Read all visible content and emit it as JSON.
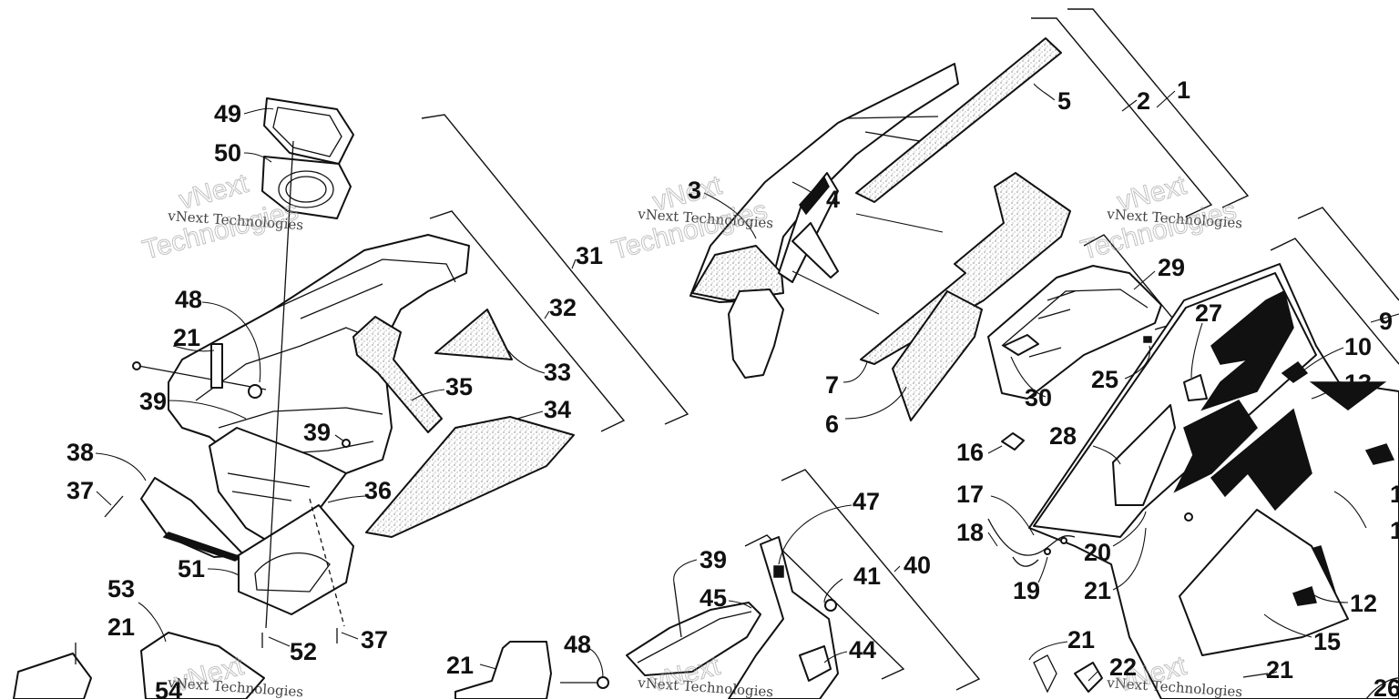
{
  "diagram": {
    "watermark": {
      "text": "vNext Technologies",
      "big_word_1": "vNext",
      "big_word_2": "Technologies"
    },
    "callouts": [
      {
        "id": "c1",
        "label": "1"
      },
      {
        "id": "c2",
        "label": "2"
      },
      {
        "id": "c3",
        "label": "3"
      },
      {
        "id": "c4",
        "label": "4"
      },
      {
        "id": "c5",
        "label": "5"
      },
      {
        "id": "c6",
        "label": "6"
      },
      {
        "id": "c7",
        "label": "7"
      },
      {
        "id": "c9",
        "label": "9"
      },
      {
        "id": "c10",
        "label": "10"
      },
      {
        "id": "c11",
        "label": "1"
      },
      {
        "id": "c12",
        "label": "12"
      },
      {
        "id": "c13",
        "label": "13"
      },
      {
        "id": "c14",
        "label": "1"
      },
      {
        "id": "c15",
        "label": "15"
      },
      {
        "id": "c16",
        "label": "16"
      },
      {
        "id": "c17",
        "label": "17"
      },
      {
        "id": "c18",
        "label": "18"
      },
      {
        "id": "c19",
        "label": "19"
      },
      {
        "id": "c20",
        "label": "20"
      },
      {
        "id": "c21a",
        "label": "21"
      },
      {
        "id": "c21b",
        "label": "21"
      },
      {
        "id": "c21c",
        "label": "21"
      },
      {
        "id": "c21d",
        "label": "21"
      },
      {
        "id": "c21e",
        "label": "21"
      },
      {
        "id": "c21f",
        "label": "21"
      },
      {
        "id": "c22",
        "label": "22"
      },
      {
        "id": "c25",
        "label": "25"
      },
      {
        "id": "c26",
        "label": "26"
      },
      {
        "id": "c27",
        "label": "27"
      },
      {
        "id": "c28",
        "label": "28"
      },
      {
        "id": "c29",
        "label": "29"
      },
      {
        "id": "c30",
        "label": "30"
      },
      {
        "id": "c31",
        "label": "31"
      },
      {
        "id": "c32",
        "label": "32"
      },
      {
        "id": "c33",
        "label": "33"
      },
      {
        "id": "c34",
        "label": "34"
      },
      {
        "id": "c35",
        "label": "35"
      },
      {
        "id": "c36",
        "label": "36"
      },
      {
        "id": "c37a",
        "label": "37"
      },
      {
        "id": "c37b",
        "label": "37"
      },
      {
        "id": "c38",
        "label": "38"
      },
      {
        "id": "c39a",
        "label": "39"
      },
      {
        "id": "c39b",
        "label": "39"
      },
      {
        "id": "c39c",
        "label": "39"
      },
      {
        "id": "c40",
        "label": "40"
      },
      {
        "id": "c41",
        "label": "41"
      },
      {
        "id": "c44",
        "label": "44"
      },
      {
        "id": "c45",
        "label": "45"
      },
      {
        "id": "c47",
        "label": "47"
      },
      {
        "id": "c48a",
        "label": "48"
      },
      {
        "id": "c48b",
        "label": "48"
      },
      {
        "id": "c49",
        "label": "49"
      },
      {
        "id": "c50",
        "label": "50"
      },
      {
        "id": "c51",
        "label": "51"
      },
      {
        "id": "c52",
        "label": "52"
      },
      {
        "id": "c53",
        "label": "53"
      },
      {
        "id": "c54",
        "label": "54"
      }
    ]
  }
}
